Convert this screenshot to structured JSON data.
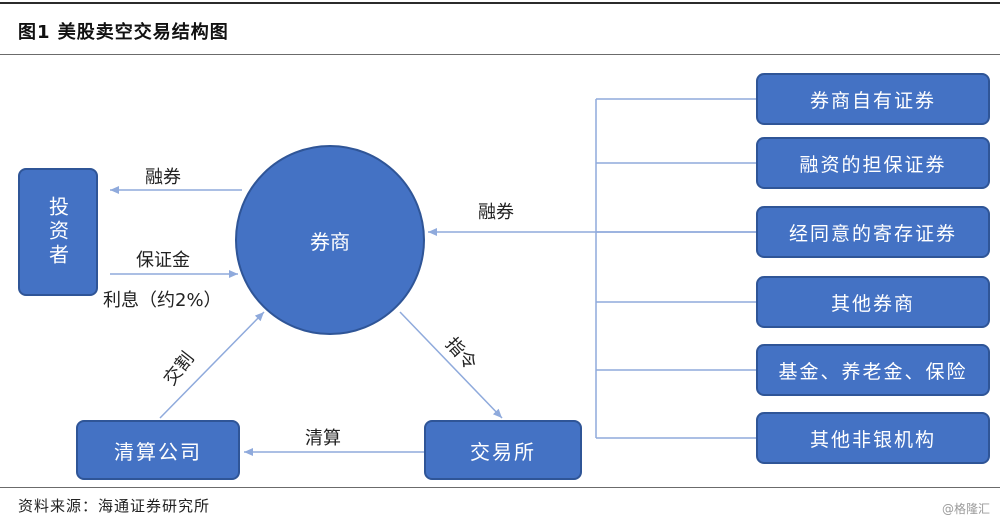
{
  "header": {
    "title": "图1 美股卖空交易结构图"
  },
  "diagram": {
    "nodes": {
      "investor": "投资者",
      "broker": "券商",
      "clearing": "清算公司",
      "exchange": "交易所"
    },
    "sources": [
      "券商自有证券",
      "融资的担保证券",
      "经同意的寄存证券",
      "其他券商",
      "基金、养老金、保险",
      "其他非银机构"
    ],
    "edge_labels": {
      "lend_to_investor": "融券",
      "margin": "保证金",
      "interest": "利息（约2%）",
      "settlement": "交割",
      "instruction": "指令",
      "clearing": "清算",
      "lend_to_broker": "融券"
    }
  },
  "footer": {
    "source": "资料来源：海通证券研究所",
    "watermark": "@格隆汇"
  },
  "colors": {
    "box_fill": "#4472c4",
    "box_border": "#2f5597",
    "connector": "#8faadc"
  }
}
